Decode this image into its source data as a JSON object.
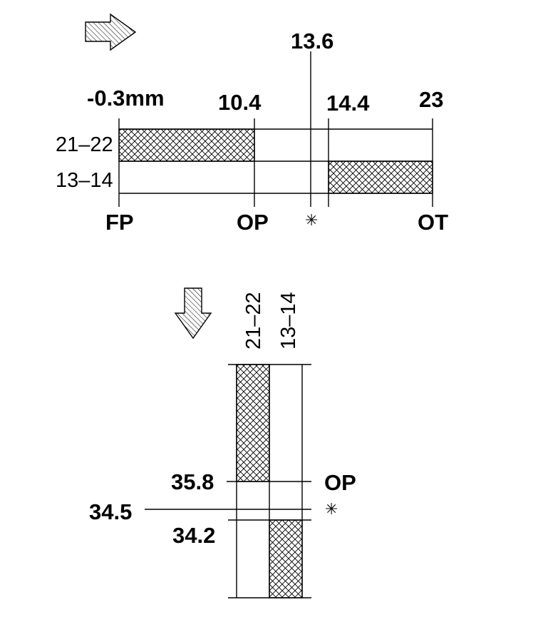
{
  "horizontal_diagram": {
    "direction_icon": "right-arrow-icon",
    "scale_labels": {
      "fp_value": "-0.3mm",
      "op_value": "10.4",
      "star_value": "13.6",
      "ot_start_value": "14.4",
      "ot_value": "23"
    },
    "rows": [
      "21‒22",
      "13‒14"
    ],
    "bottom_labels": {
      "fp": "FP",
      "op": "OP",
      "star": "✳",
      "ot": "OT"
    }
  },
  "vertical_diagram": {
    "direction_icon": "down-arrow-icon",
    "columns": [
      "21‒22",
      "13‒14"
    ],
    "levels": {
      "op_value": "35.8",
      "star_value": "34.5",
      "start_value": "34.2"
    },
    "side_labels": {
      "op": "OP",
      "star": "✳"
    }
  }
}
